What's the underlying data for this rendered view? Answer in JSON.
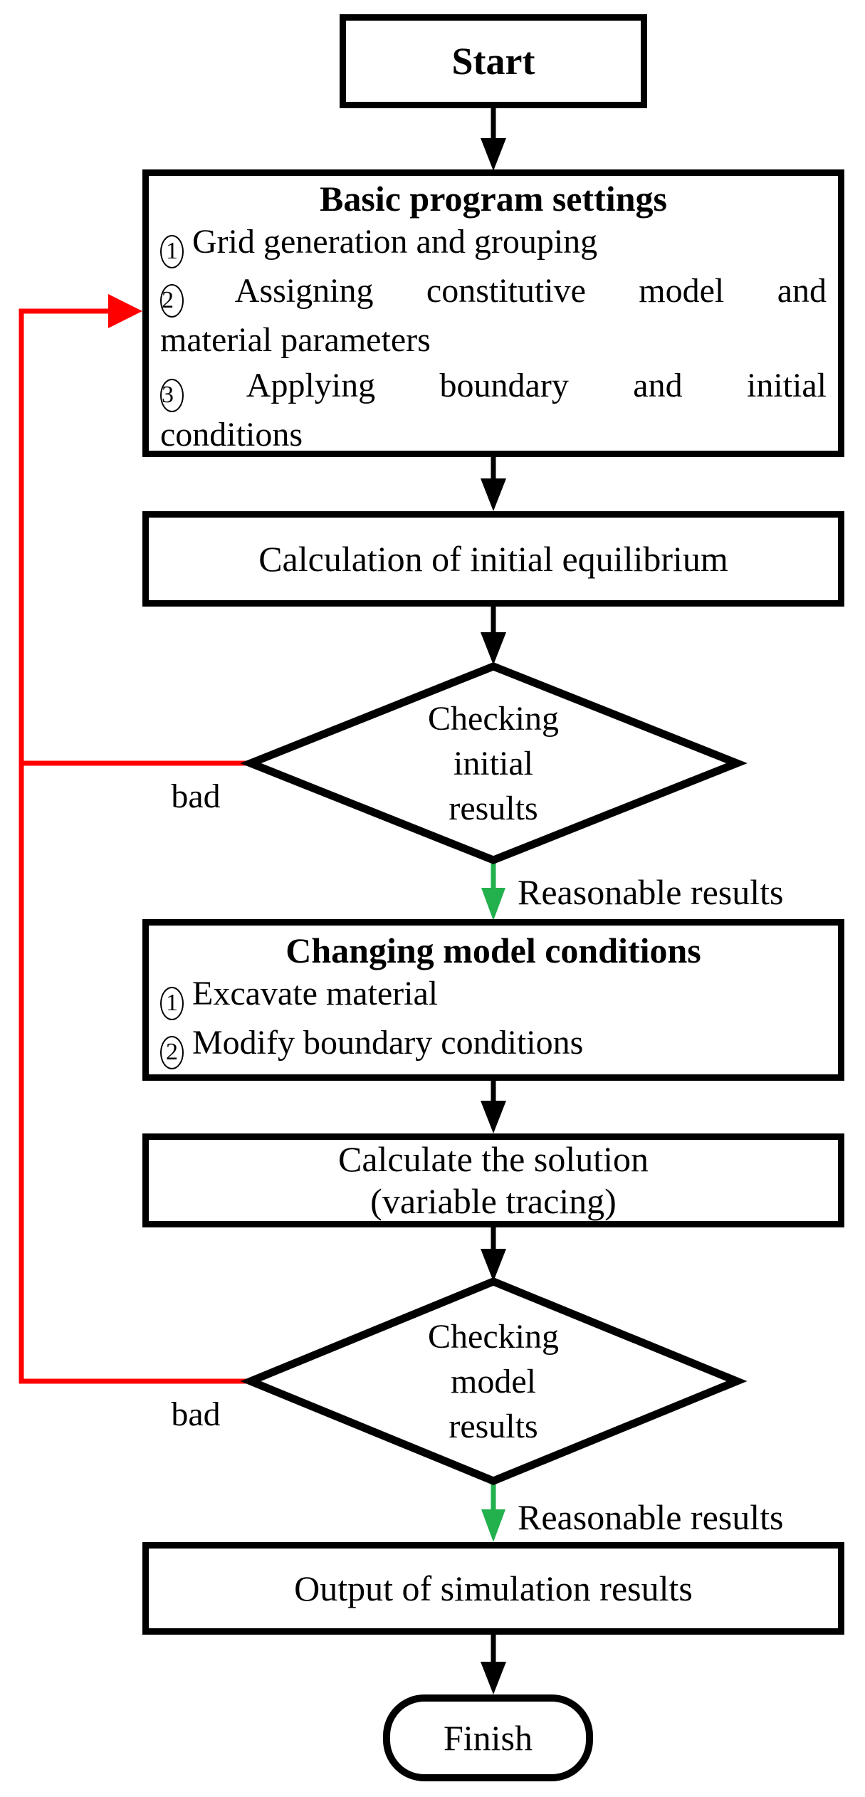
{
  "colors": {
    "black": "#000000",
    "red": "#ff0000",
    "green": "#22b14c",
    "bg": "#ffffff"
  },
  "nodes": {
    "start": {
      "type": "process",
      "label": "Start"
    },
    "basic_settings": {
      "type": "process",
      "title": "Basic program settings",
      "items": [
        {
          "num": "1",
          "lines": [
            "Grid generation and grouping"
          ]
        },
        {
          "num": "2",
          "lines": [
            "Assigning constitutive model and",
            "material parameters"
          ]
        },
        {
          "num": "3",
          "lines": [
            "Applying boundary and initial",
            "conditions"
          ]
        }
      ]
    },
    "calc_initial": {
      "type": "process",
      "lines": [
        "Calculation of initial equilibrium"
      ]
    },
    "check_initial": {
      "type": "decision",
      "lines": [
        "Checking",
        "initial",
        "results"
      ]
    },
    "changing_conditions": {
      "type": "process",
      "title": "Changing model conditions",
      "items": [
        {
          "num": "1",
          "lines": [
            "Excavate material"
          ]
        },
        {
          "num": "2",
          "lines": [
            "Modify boundary conditions"
          ]
        }
      ]
    },
    "calc_solution": {
      "type": "process",
      "lines": [
        "Calculate the solution",
        "(variable tracing)"
      ]
    },
    "check_model": {
      "type": "decision",
      "lines": [
        "Checking",
        "model",
        "results"
      ]
    },
    "output": {
      "type": "process",
      "lines": [
        "Output of simulation results"
      ]
    },
    "finish": {
      "type": "terminator",
      "label": "Finish"
    }
  },
  "edge_labels": {
    "bad_initial": "bad",
    "reasonable_initial": "Reasonable results",
    "bad_model": "bad",
    "reasonable_model": "Reasonable results"
  }
}
